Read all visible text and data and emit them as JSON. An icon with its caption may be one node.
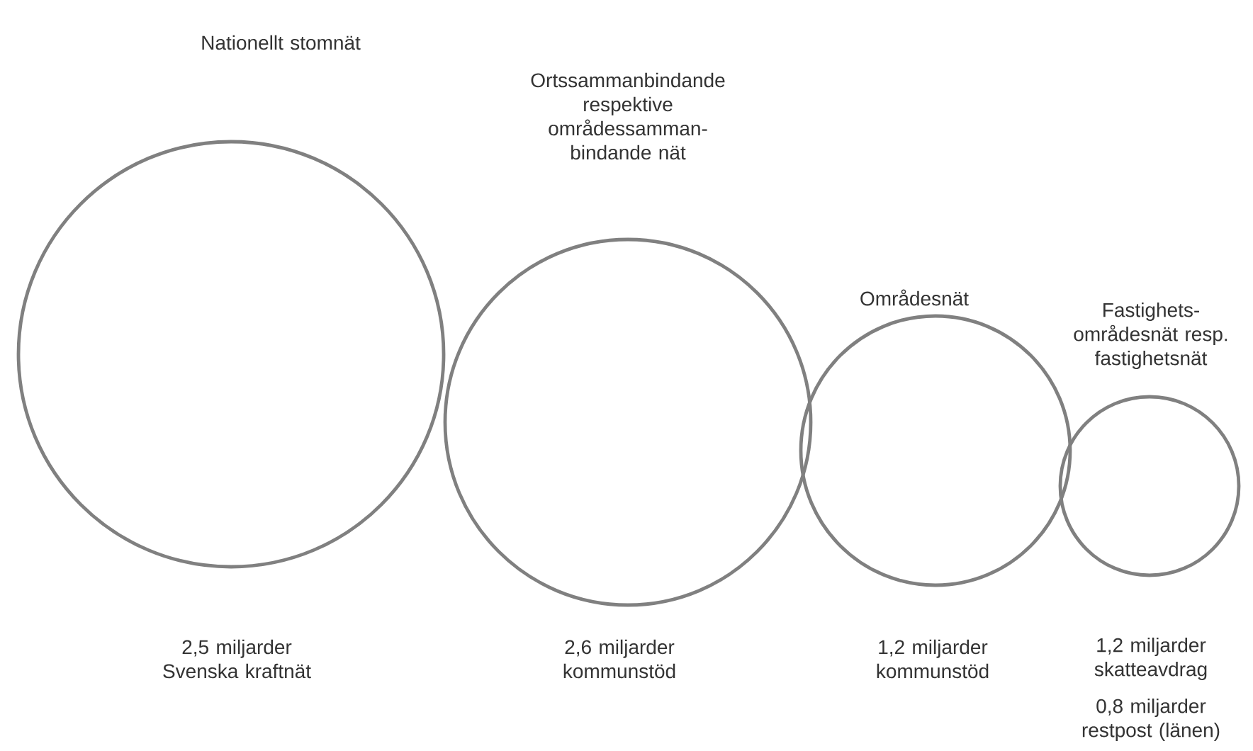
{
  "diagram": {
    "nodes": [
      {
        "text": [
          "Nationellt stomnät"
        ],
        "beside": [
          "2,5 miljarder Svenska kraftnät"
        ]
      },
      {
        "text": [
          "Ortssammanbindande respektive områdessamman-bindande nät"
        ],
        "beside": [
          "2,6 miljarder kommunstöd"
        ]
      },
      {
        "text": [
          "Områdesnät"
        ],
        "beside": [
          "1,2 miljarder kommunstöd"
        ]
      },
      {
        "text": [
          "Fastighets-områdesnät resp. fastighetsnät"
        ],
        "beside": [
          "1,2 miljarder skatteavdrag",
          "0,8 miljarder restpost (länen)"
        ]
      }
    ],
    "edges": []
  }
}
